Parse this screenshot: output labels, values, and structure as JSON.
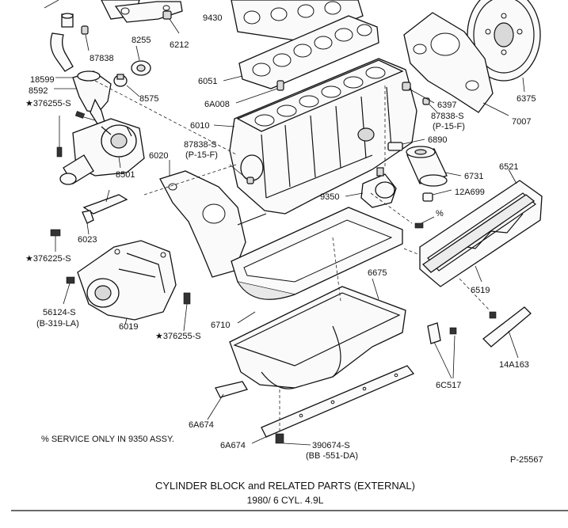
{
  "parts": {
    "p9430": "9430",
    "p6212": "6212",
    "p87838a": "87838",
    "p8255": "8255",
    "p18599": "18599",
    "p8592": "8592",
    "p376255a": "★376255-S",
    "p8575": "8575",
    "p6051": "6051",
    "p6A008": "6A008",
    "p6010": "6010",
    "p87838s_left": "87838-S",
    "p87838s_left_sub": "(P-15-F)",
    "p8501": "8501",
    "p6020": "6020",
    "p6397": "6397",
    "p87838s_right": "87838-S",
    "p87838s_right_sub": "(P-15-F)",
    "p7007": "7007",
    "p6375": "6375",
    "p6890": "6890",
    "p6731": "6731",
    "p6521": "6521",
    "p12A699": "12A699",
    "p9350": "9350",
    "pct": "%",
    "p6023": "6023",
    "p376225": "★376225-S",
    "p56124": "56124-S",
    "p56124_sub": "(B-319-LA)",
    "p6019": "6019",
    "p376255b": "★376255-S",
    "p6710": "6710",
    "p6675": "6675",
    "p6519": "6519",
    "p14A163": "14A163",
    "p6C517": "6C517",
    "p6A674a": "6A674",
    "p6A674b": "6A674",
    "p390674": "390674-S",
    "p390674_sub": "(BB -551-DA)"
  },
  "note": "% SERVICE ONLY IN 9350 ASSY.",
  "figure_id": "P-25567",
  "title": "CYLINDER BLOCK and RELATED PARTS (EXTERNAL)",
  "subtitle": "1980/ 6 CYL. 4.9L"
}
